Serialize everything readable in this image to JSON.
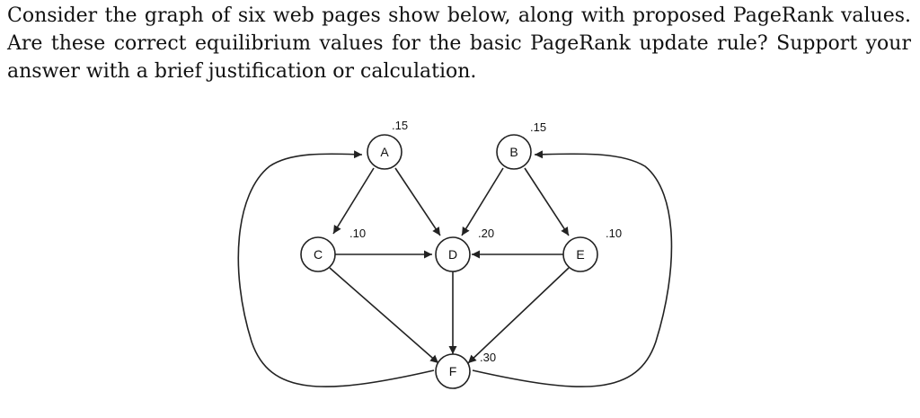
{
  "question": {
    "text": "Consider the graph of six web pages show below, along with proposed PageRank values. Are these correct equilibrium values for the basic PageRank update rule? Support your answer with a brief justification or calculation."
  },
  "graph": {
    "nodes": [
      {
        "id": "A",
        "label": "A",
        "value": ".15"
      },
      {
        "id": "B",
        "label": "B",
        "value": ".15"
      },
      {
        "id": "C",
        "label": "C",
        "value": ".10"
      },
      {
        "id": "D",
        "label": "D",
        "value": ".20"
      },
      {
        "id": "E",
        "label": "E",
        "value": ".10"
      },
      {
        "id": "F",
        "label": "F",
        "value": ".30"
      }
    ],
    "edges": [
      {
        "from": "A",
        "to": "C"
      },
      {
        "from": "A",
        "to": "D"
      },
      {
        "from": "B",
        "to": "D"
      },
      {
        "from": "B",
        "to": "E"
      },
      {
        "from": "C",
        "to": "D"
      },
      {
        "from": "E",
        "to": "D"
      },
      {
        "from": "C",
        "to": "F"
      },
      {
        "from": "D",
        "to": "F"
      },
      {
        "from": "E",
        "to": "F"
      },
      {
        "from": "F",
        "to": "A"
      },
      {
        "from": "F",
        "to": "B"
      }
    ]
  }
}
